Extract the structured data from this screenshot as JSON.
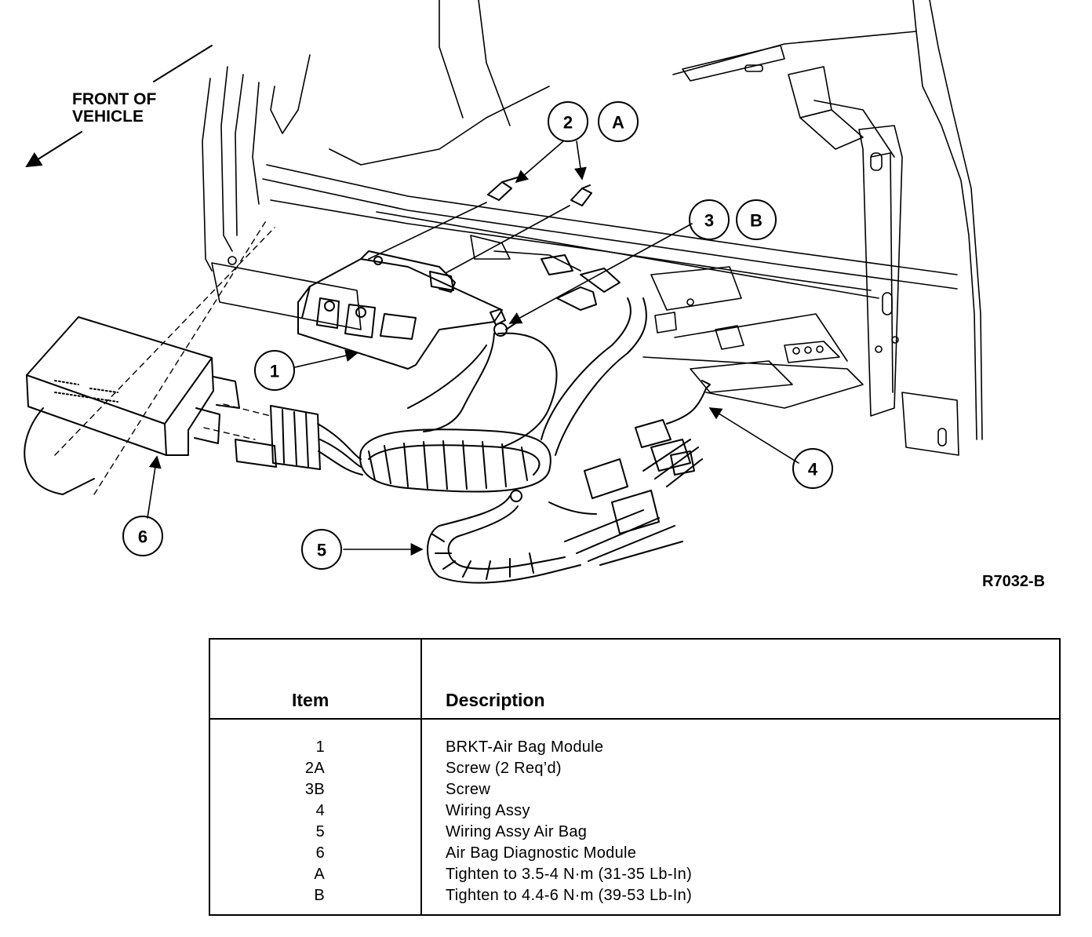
{
  "diagram": {
    "front_label_line1": "FRONT OF",
    "front_label_line2": "VEHICLE",
    "figure_id": "R7032-B",
    "callouts": [
      "1",
      "2",
      "A",
      "3",
      "B",
      "4",
      "5",
      "6"
    ]
  },
  "table": {
    "header_item": "Item",
    "header_description": "Description",
    "rows": [
      {
        "item": "1",
        "description": "BRKT-Air Bag Module"
      },
      {
        "item": "2A",
        "description": "Screw (2 Req’d)"
      },
      {
        "item": "3B",
        "description": "Screw"
      },
      {
        "item": "4",
        "description": "Wiring Assy"
      },
      {
        "item": "5",
        "description": "Wiring Assy Air Bag"
      },
      {
        "item": "6",
        "description": "Air Bag Diagnostic Module"
      },
      {
        "item": "A",
        "description": "Tighten to 3.5-4 N·m (31-35 Lb-In)"
      },
      {
        "item": "B",
        "description": "Tighten to 4.4-6 N·m (39-53 Lb-In)"
      }
    ]
  }
}
